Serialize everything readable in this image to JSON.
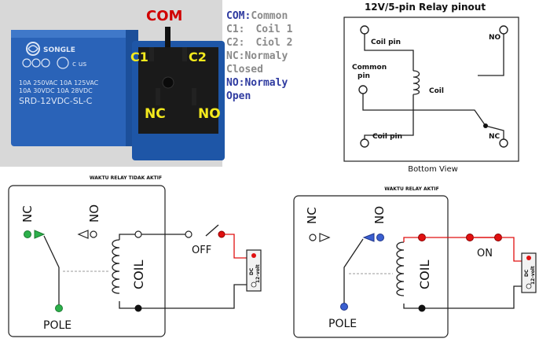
{
  "photo": {
    "com_label": "COM",
    "c1_label": "C1",
    "c2_label": "C2",
    "nc_label": "NC",
    "no_label": "NO",
    "relay_brand": "SONGLE",
    "relay_rating1": "10A 250VAC   10A 125VAC",
    "relay_rating2": "10A  30VDC   10A  28VDC",
    "relay_model": "SRD-12VDC-SL-C"
  },
  "legend": {
    "items": [
      {
        "key": "COM:",
        "text": "Common",
        "key_color": "#2f3ba0"
      },
      {
        "key": "C1:",
        "text": "Coil 1",
        "key_color": "#8a8a8a"
      },
      {
        "key": "C2:",
        "text": "Ciol 2",
        "key_color": "#8a8a8a"
      },
      {
        "key": "NC:",
        "text": "Normaly",
        "key_color": "#8a8a8a"
      },
      {
        "key": "",
        "text": "Closed",
        "key_color": "#8a8a8a"
      },
      {
        "key": "NO:",
        "text": "Normaly",
        "key_color": "#2f3ba0"
      },
      {
        "key": "",
        "text": "Open",
        "key_color": "#2f3ba0"
      }
    ]
  },
  "pinout": {
    "title": "12V/5-pin Relay pinout",
    "coil_pin_top": "Coil pin",
    "common_pin_line1": "Common",
    "common_pin_line2": "pin",
    "coil_label": "Coil",
    "coil_pin_bottom": "Coil pin",
    "no_label": "NO",
    "nc_label": "NC",
    "caption": "Bottom View"
  },
  "diagram_off": {
    "title": "WAKTU RELAY TIDAK AKTIF",
    "nc_label": "NC",
    "no_label": "NO",
    "coil_label": "COIL",
    "switch_state": "OFF",
    "pole_label": "POLE",
    "dc_label": "DC",
    "volt_label": "12-volt"
  },
  "diagram_on": {
    "title": "WAKTU RELAY AKTIF",
    "nc_label": "NC",
    "no_label": "NO",
    "coil_label": "COIL",
    "switch_state": "ON",
    "pole_label": "POLE",
    "dc_label": "DC",
    "volt_label": "12-volt"
  },
  "colors": {
    "relay_blue": "#2a63b8",
    "wire_red": "#e01010",
    "nc_green": "#2cb04a",
    "no_blue": "#3a5fd0",
    "label_yellow": "#f4ea1d",
    "com_red": "#d00000"
  }
}
